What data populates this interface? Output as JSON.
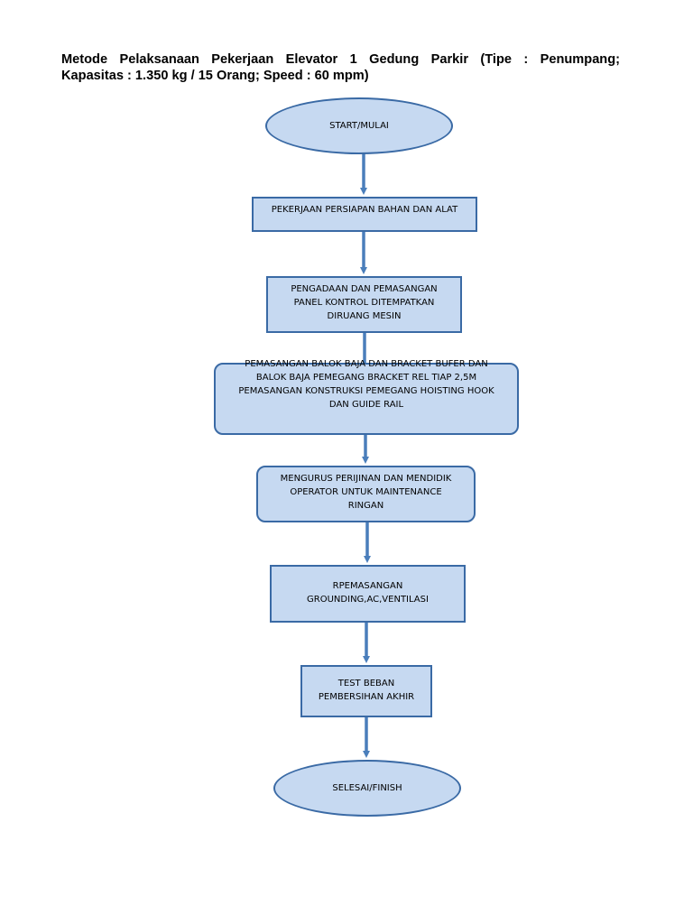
{
  "title": {
    "line1": "Metode Pelaksanaan Pekerjaan Elevator 1 Gedung Parkir (Tipe : Penumpang;",
    "line2": "Kapasitas : 1.350 kg / 15 Orang; Speed : 60 mpm)"
  },
  "flow": {
    "start": "START/MULAI",
    "step1": "PEKERJAAN PERSIAPAN BAHAN DAN ALAT",
    "step2": "PENGADAAN DAN PEMASANGAN\nPANEL KONTROL DITEMPATKAN\nDIRUANG MESIN",
    "step3": "PEMASANGAN BALOK BAJA DAN BRACKET BUFER DAN\nBALOK BAJA PEMEGANG  BRACKET REL TIAP 2,5M\nPEMASANGAN KONSTRUKSI PEMEGANG HOISTING HOOK\nDAN GUIDE RAIL",
    "step4": "MENGURUS PERIJINAN DAN MENDIDIK\nOPERATOR UNTUK MAINTENANCE\nRINGAN",
    "step5": "RPEMASANGAN\nGROUNDING,AC,VENTILASI",
    "step6": "TEST BEBAN\nPEMBERSIHAN AKHIR",
    "end": "SELESAI/FINISH"
  },
  "colors": {
    "fill": "#c6d9f1",
    "border": "#3a6aa5",
    "arrow": "#4a7ebb"
  }
}
